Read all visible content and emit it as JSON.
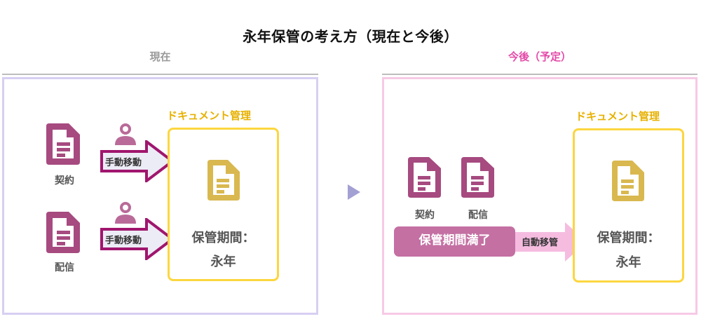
{
  "title": "永年保管の考え方（現在と今後）",
  "colors": {
    "doc_icon": "#a64a80",
    "manual_arrow": "#a0166e",
    "manual_arrow_fill": "#ececf6",
    "person_icon": "#b96a98",
    "dm_border": "#fcd63f",
    "dm_title": "#e7b100",
    "dm_icon": "#d9b84f",
    "panel_current_border": "#d8cff2",
    "panel_future_border": "#f7c9e5",
    "transition_arrow": "#a3a0d4",
    "expired_pill": "#c470a3",
    "auto_arrow": "#f5bce0",
    "future_label": "#e44aa8",
    "current_label": "#9a9a9a"
  },
  "current": {
    "label": "現在",
    "documents": [
      {
        "icon": "document-icon",
        "label": "契約",
        "arrow_label": "手動移動",
        "arrow_icon": "person-icon"
      },
      {
        "icon": "document-icon",
        "label": "配信",
        "arrow_label": "手動移動",
        "arrow_icon": "person-icon"
      }
    ],
    "doc_management": {
      "title": "ドキュメント管理",
      "icon": "document-icon",
      "retention_label": "保管期間：",
      "retention_value": "永年"
    }
  },
  "transition_icon": "play-triangle-icon",
  "future": {
    "label": "今後（予定）",
    "documents": [
      {
        "icon": "document-icon",
        "label": "契約"
      },
      {
        "icon": "document-icon",
        "label": "配信"
      }
    ],
    "expired_label": "保管期間満了",
    "auto_arrow_label": "自動移管",
    "doc_management": {
      "title": "ドキュメント管理",
      "icon": "document-icon",
      "retention_label": "保管期間：",
      "retention_value": "永年"
    }
  }
}
